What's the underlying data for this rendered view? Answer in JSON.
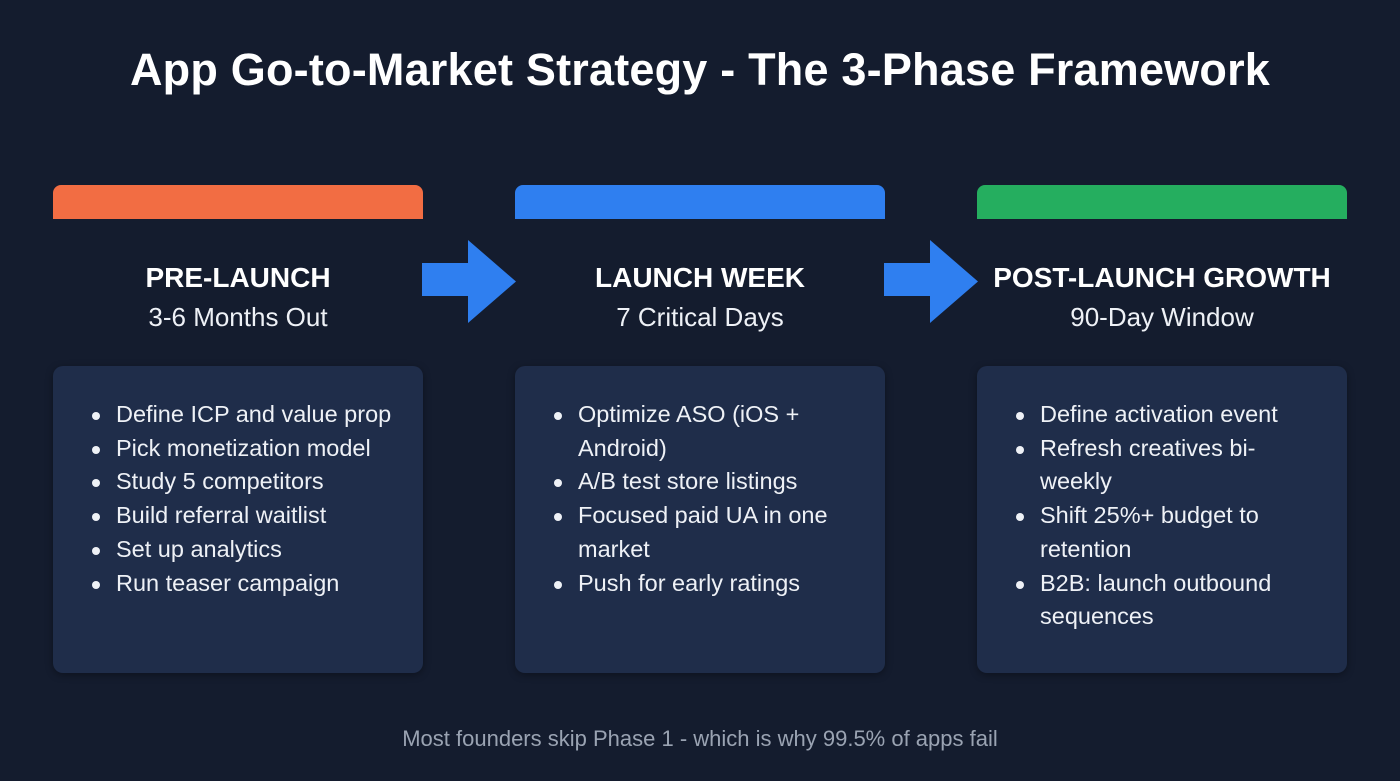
{
  "title": "App Go-to-Market Strategy - The 3-Phase Framework",
  "colors": {
    "background": "#141c2e",
    "card": "#1f2d4a",
    "arrow": "#2f7ff0",
    "phase1": "#f26d43",
    "phase2": "#2f7ff0",
    "phase3": "#25ae5f"
  },
  "phases": [
    {
      "heading": "PRE-LAUNCH",
      "subtitle": "3-6 Months Out",
      "color": "#f26d43",
      "items": [
        "Define ICP and value prop",
        "Pick monetization model",
        "Study 5 competitors",
        "Build referral waitlist",
        "Set up analytics",
        "Run teaser campaign"
      ]
    },
    {
      "heading": "LAUNCH WEEK",
      "subtitle": "7 Critical Days",
      "color": "#2f7ff0",
      "items": [
        "Optimize ASO (iOS + Android)",
        "A/B test store listings",
        "Focused paid UA in one market",
        "Push for early ratings"
      ]
    },
    {
      "heading": "POST-LAUNCH GROWTH",
      "subtitle": "90-Day Window",
      "color": "#25ae5f",
      "items": [
        "Define activation event",
        "Refresh creatives bi-weekly",
        "Shift 25%+ budget to retention",
        "B2B: launch outbound sequences"
      ]
    }
  ],
  "arrows": [
    {
      "icon": "arrow-right-icon",
      "from": "PRE-LAUNCH",
      "to": "LAUNCH WEEK"
    },
    {
      "icon": "arrow-right-icon",
      "from": "LAUNCH WEEK",
      "to": "POST-LAUNCH GROWTH"
    }
  ],
  "footer": "Most founders skip Phase 1 - which is why 99.5% of apps fail"
}
